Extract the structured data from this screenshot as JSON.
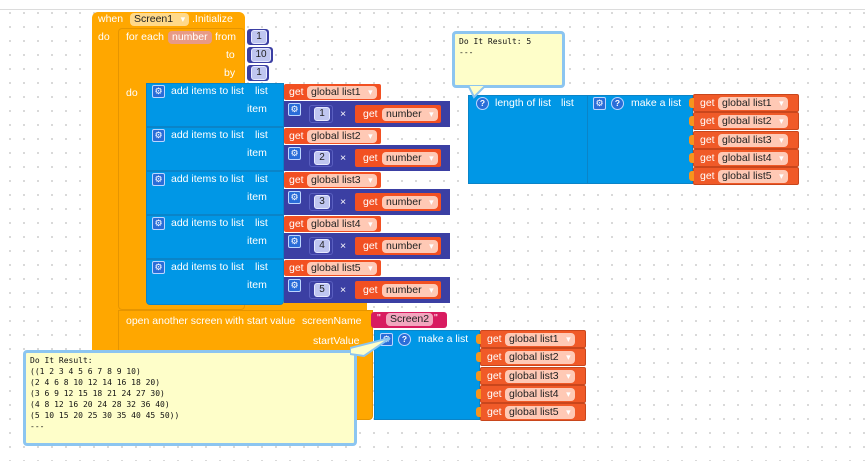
{
  "event_block": {
    "when_label": "when",
    "component": "Screen1",
    "event": ".Initialize",
    "do_label": "do"
  },
  "for_each": {
    "label": "for each",
    "variable": "number",
    "from_label": "from",
    "from_value": "1",
    "to_label": "to",
    "to_value": "10",
    "by_label": "by",
    "by_value": "1",
    "do_label": "do"
  },
  "add_items": [
    {
      "label": "add items to list",
      "list_label": "list",
      "get": "get",
      "list_var": "global list1",
      "item_label": "item",
      "multiplier": "1",
      "times": "×",
      "var": "number"
    },
    {
      "label": "add items to list",
      "list_label": "list",
      "get": "get",
      "list_var": "global list2",
      "item_label": "item",
      "multiplier": "2",
      "times": "×",
      "var": "number"
    },
    {
      "label": "add items to list",
      "list_label": "list",
      "get": "get",
      "list_var": "global list3",
      "item_label": "item",
      "multiplier": "3",
      "times": "×",
      "var": "number"
    },
    {
      "label": "add items to list",
      "list_label": "list",
      "get": "get",
      "list_var": "global list4",
      "item_label": "item",
      "multiplier": "4",
      "times": "×",
      "var": "number"
    },
    {
      "label": "add items to list",
      "list_label": "list",
      "get": "get",
      "list_var": "global list5",
      "item_label": "item",
      "multiplier": "5",
      "times": "×",
      "var": "number"
    }
  ],
  "open_screen": {
    "label": "open another screen with start value",
    "screen_name_label": "screenName",
    "screen_name": "Screen2",
    "start_value_label": "startValue",
    "make_list_label": "make a list",
    "items": [
      {
        "get": "get",
        "var": "global list1"
      },
      {
        "get": "get",
        "var": "global list2"
      },
      {
        "get": "get",
        "var": "global list3"
      },
      {
        "get": "get",
        "var": "global list4"
      },
      {
        "get": "get",
        "var": "global list5"
      }
    ]
  },
  "length_block": {
    "label": "length of list",
    "list_label": "list",
    "make_list_label": "make a list",
    "items": [
      {
        "get": "get",
        "var": "global list1"
      },
      {
        "get": "get",
        "var": "global list2"
      },
      {
        "get": "get",
        "var": "global list3"
      },
      {
        "get": "get",
        "var": "global list4"
      },
      {
        "get": "get",
        "var": "global list5"
      }
    ]
  },
  "result_bubble_small": {
    "text": "Do It Result: 5\n---"
  },
  "result_bubble_large": {
    "text": "Do It Result:\n((1 2 3 4 5 6 7 8 9 10)\n(2 4 6 8 10 12 14 16 18 20)\n(3 6 9 12 15 18 21 24 27 30)\n(4 8 12 16 20 24 28 32 36 40)\n(5 10 15 20 25 30 35 40 45 50))\n---"
  },
  "colors": {
    "event_orange": "#ffa700",
    "list_blue": "#0097e6",
    "math_indigo": "#3b3fa3",
    "variable_red": "#f25022",
    "text_pink": "#d81b60",
    "bubble_yellow": "#fefec9"
  }
}
